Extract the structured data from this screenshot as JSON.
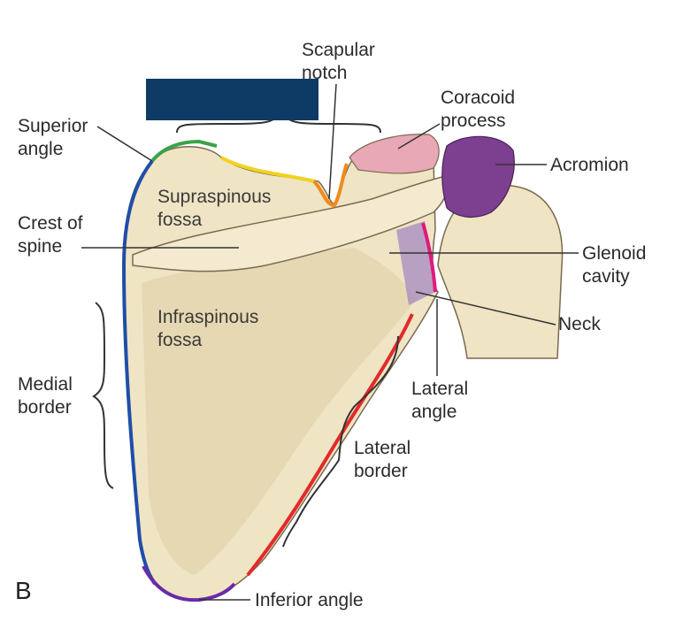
{
  "figure": {
    "panel_letter": "B",
    "masked_label_color": "#0d3b66"
  },
  "labels": {
    "scapular_notch": "Scapular\nnotch",
    "coracoid_process": "Coracoid\nprocess",
    "acromion": "Acromion",
    "superior_angle": "Superior\nangle",
    "supraspinous_fossa": "Supraspinous\nfossa",
    "crest_of_spine": "Crest of\nspine",
    "glenoid_cavity": "Glenoid\ncavity",
    "infraspinous_fossa": "Infraspinous\nfossa",
    "neck": "Neck",
    "medial_border": "Medial\nborder",
    "lateral_angle": "Lateral\nangle",
    "lateral_border": "Lateral\nborder",
    "inferior_angle": "Inferior angle"
  },
  "colors": {
    "bone": "#efe4c4",
    "bone_shadow": "#c9b48c",
    "outline": "#7a6a50",
    "superior_angle_edge": "#3aa34a",
    "superior_border_edge": "#f2d21e",
    "notch_edge": "#f08a1c",
    "coracoid": "#e9a8b6",
    "acromion": "#7d3f8f",
    "glenoid_edge": "#e0197d",
    "neck": "#a98fc0",
    "medial_border_edge": "#1f4ea8",
    "lateral_border_edge": "#e22a2a",
    "inferior_angle_edge": "#6a2aa8",
    "leader": "#333333"
  }
}
